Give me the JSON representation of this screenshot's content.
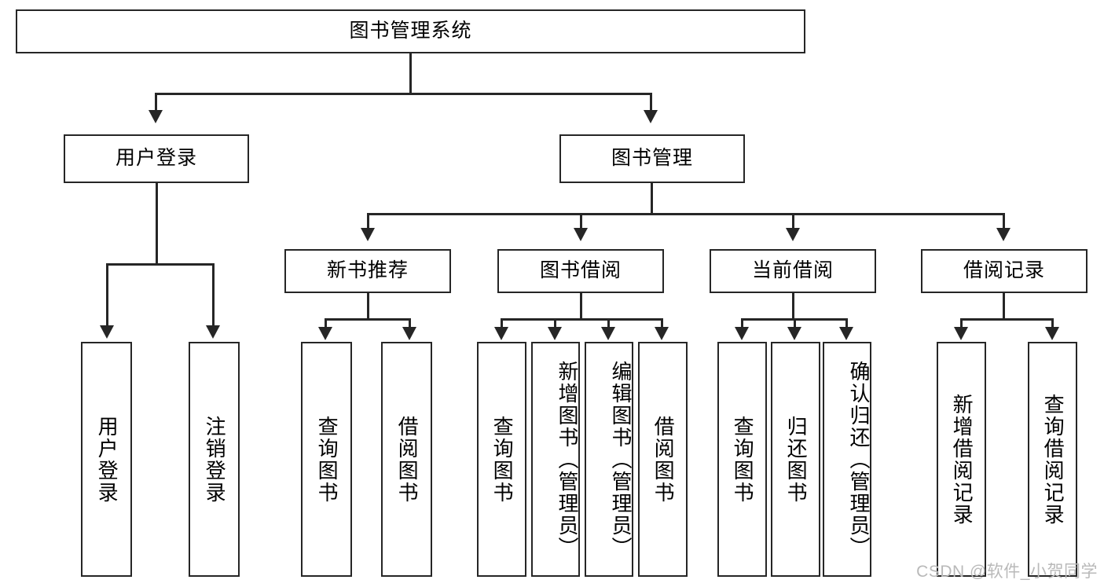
{
  "diagram": {
    "title_node": {
      "label": "图书管理系统"
    },
    "level2": [
      {
        "id": "user-login",
        "label": "用户登录"
      },
      {
        "id": "book-management",
        "label": "图书管理"
      }
    ],
    "level3": [
      {
        "id": "new-book-recommend",
        "label": "新书推荐"
      },
      {
        "id": "book-borrow",
        "label": "图书借阅"
      },
      {
        "id": "current-borrow",
        "label": "当前借阅"
      },
      {
        "id": "borrow-record",
        "label": "借阅记录"
      }
    ],
    "leaves": {
      "user_login": [
        {
          "id": "leaf-user-login",
          "label": "用户登录"
        },
        {
          "id": "leaf-logout-login",
          "label": "注销登录"
        }
      ],
      "new_book_recommend": [
        {
          "id": "leaf-query-book-1",
          "label": "查询图书"
        },
        {
          "id": "leaf-borrow-book-1",
          "label": "借阅图书"
        }
      ],
      "book_borrow": [
        {
          "id": "leaf-query-book-2",
          "label": "查询图书"
        },
        {
          "id": "leaf-add-book",
          "label": "新增图书（管理员）"
        },
        {
          "id": "leaf-edit-book",
          "label": "编辑图书（管理员）"
        },
        {
          "id": "leaf-borrow-book-2",
          "label": "借阅图书"
        }
      ],
      "current_borrow": [
        {
          "id": "leaf-query-book-3",
          "label": "查询图书"
        },
        {
          "id": "leaf-return-book",
          "label": "归还图书"
        },
        {
          "id": "leaf-confirm-return",
          "label": "确认归还（管理员）"
        }
      ],
      "borrow_record": [
        {
          "id": "leaf-add-record",
          "label": "新增借阅记录"
        },
        {
          "id": "leaf-query-record",
          "label": "查询借阅记录"
        }
      ]
    }
  },
  "watermark": {
    "text": "CSDN @软件_小贺同学"
  },
  "colors": {
    "stroke": "#262626",
    "background": "#ffffff",
    "watermark": "#b9b9b9"
  }
}
